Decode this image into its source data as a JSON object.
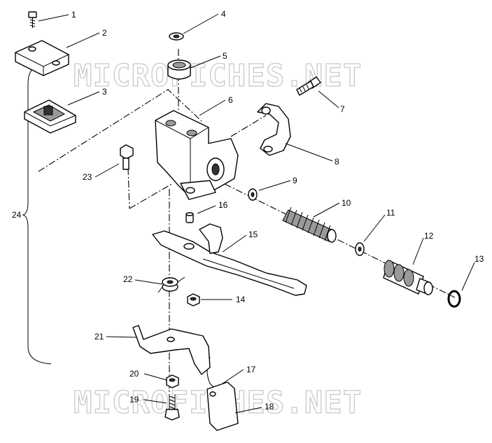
{
  "watermark": {
    "text_top": "MICROFICHES.NET",
    "text_bottom": "MICROFICHES.NET"
  },
  "callouts": [
    "1",
    "2",
    "3",
    "4",
    "5",
    "6",
    "7",
    "8",
    "9",
    "10",
    "11",
    "12",
    "13",
    "14",
    "15",
    "16",
    "17",
    "18",
    "19",
    "20",
    "21",
    "22",
    "23",
    "24"
  ]
}
